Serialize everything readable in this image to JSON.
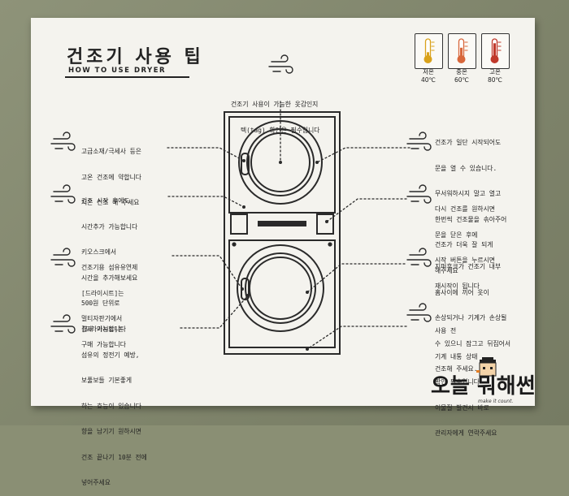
{
  "title": "건조기 사용 팁",
  "subtitle": "HOW TO USE DRYER",
  "top_tip": [
    "건조기 사용이 가능한 옷감인지",
    "텍(tag) 확인은 필수입니다"
  ],
  "left_tips": [
    [
      "고급소재/극세사 등은",
      "고온 건조에 약합니다",
      "저온 건조 해 주세요"
    ],
    [
      "건조 시작 후에도",
      "시간추가 가능합니다",
      "키오스크에서",
      "시간을 추가해보세요",
      "500원 단위로",
      "결제 가능합니다"
    ],
    [
      "건조기용 섬유유연제",
      "[드라이시트]는",
      "멀티자판기에서",
      "구매 가능합니다"
    ],
    [
      "[드라이시트]는",
      "섬유의 정전기 예방,",
      "보풀보들 기본좋게",
      "하는 효능이 있습니다",
      "향을 남기기 원하시면",
      "건조 끝나기 10분 전에",
      "넣어주세요"
    ]
  ],
  "right_tips": [
    [
      "건조가 일단 시작되어도",
      "문을 열 수 있습니다.",
      "무서워하시지 말고 열고",
      "한번씩 건조물을 솎아주어",
      "건조가 더욱 잘 되게",
      "해주세요"
    ],
    [
      "다시 건조를 원하시면",
      "문을 닫은 후에",
      "시작 버튼을 누르시면",
      "재시작이 됩니다"
    ],
    [
      "지퍼후크가 건조기 내부",
      "홈사이에 끼어 옷이",
      "손상되거나 기계가 손상될",
      "수 있으니 잠그고 뒤집어서",
      "건조해 주세요."
    ],
    [
      "사용 전",
      "기계 내통 상태",
      "확인 필수입니다",
      "이물질 발견시 바로",
      "관리자에게 연락주세요"
    ]
  ],
  "temperatures": [
    {
      "name": "저온",
      "temp": "40℃",
      "color": "#d9a21b",
      "level": 0.35
    },
    {
      "name": "중온",
      "temp": "60℃",
      "color": "#d8673b",
      "level": 0.6
    },
    {
      "name": "고온",
      "temp": "80℃",
      "color": "#c0392b",
      "level": 0.85
    }
  ],
  "watermark": {
    "main": "오늘 뭐해썬",
    "small": "make it count."
  },
  "icons": {
    "tip_icon": "wind-icon",
    "thermometer_icon": "thermometer-icon",
    "dryer": "stacked-dryer-illustration"
  }
}
